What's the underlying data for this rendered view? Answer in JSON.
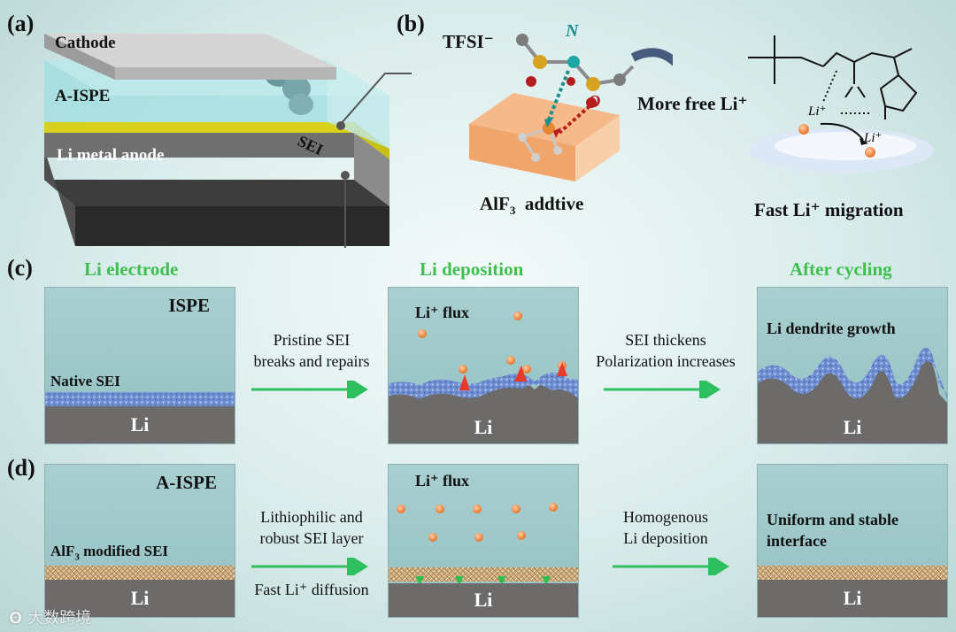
{
  "panel_a": {
    "label": "(a)",
    "cathode": "Cathode",
    "electrolyte": "A-ISPE",
    "anode": "Li metal anode",
    "sei": "SEI"
  },
  "panel_b": {
    "label": "(b)",
    "tfsi": "TFSI⁻",
    "atom_n": "N",
    "atom_o": "O",
    "additive_main": "AlF",
    "additive_sub": "3",
    "additive_rest": "  addtive",
    "free_li": "More free Li⁺",
    "li_plus_1": "Li⁺",
    "li_plus_2": "Li⁺",
    "migration": "Fast Li⁺ migration"
  },
  "panel_c": {
    "label": "(c)",
    "heading_1": "Li electrode",
    "heading_2": "Li deposition",
    "heading_3": "After cycling",
    "box1_title": "ISPE",
    "box1_sei": "Native SEI",
    "li": "Li",
    "arrow1_text_l1": "Pristine SEI",
    "arrow1_text_l2": "breaks and repairs",
    "box2_title": "Li⁺ flux",
    "arrow2_text_l1": "SEI thickens",
    "arrow2_text_l2": "Polarization increases",
    "box3_title": "Li dendrite growth"
  },
  "panel_d": {
    "label": "(d)",
    "box1_title": "A-ISPE",
    "box1_sei_main": "AlF",
    "box1_sei_sub": "3",
    "box1_sei_rest": " modified SEI",
    "li": "Li",
    "arrow1_text_l1": "Lithiophilic and",
    "arrow1_text_l2": "robust SEI layer",
    "arrow1_text_l3": "Fast Li⁺ diffusion",
    "box2_title": "Li⁺ flux",
    "arrow2_text_l1": "Homogenous",
    "arrow2_text_l2": "Li deposition",
    "box3_title_l1": "Uniform and stable",
    "box3_title_l2": "interface"
  },
  "watermark": "大数跨境",
  "colors": {
    "green": "#3fbf4f",
    "arrow_green": "#2ec060",
    "li_gray": "#6d6a6a",
    "sei_blue": "#5c7fc7",
    "sei_tan": "#c9a673",
    "ion_orange": "#ef8a3c"
  }
}
